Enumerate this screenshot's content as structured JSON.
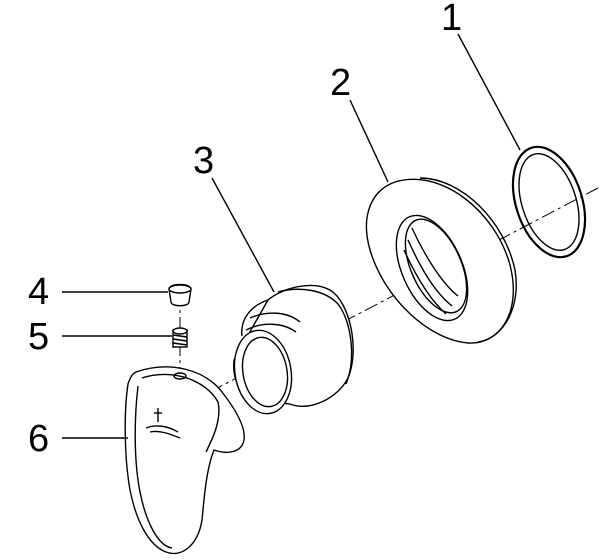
{
  "diagram": {
    "callouts": [
      {
        "id": "1",
        "label": "1"
      },
      {
        "id": "2",
        "label": "2"
      },
      {
        "id": "3",
        "label": "3"
      },
      {
        "id": "4",
        "label": "4"
      },
      {
        "id": "5",
        "label": "5"
      },
      {
        "id": "6",
        "label": "6"
      }
    ],
    "parts": [
      {
        "callout": "1",
        "depicts": "o-ring"
      },
      {
        "callout": "2",
        "depicts": "wall-rosette"
      },
      {
        "callout": "3",
        "depicts": "sleeve"
      },
      {
        "callout": "4",
        "depicts": "cover-cap"
      },
      {
        "callout": "5",
        "depicts": "set-screw"
      },
      {
        "callout": "6",
        "depicts": "lever-handle"
      }
    ]
  }
}
